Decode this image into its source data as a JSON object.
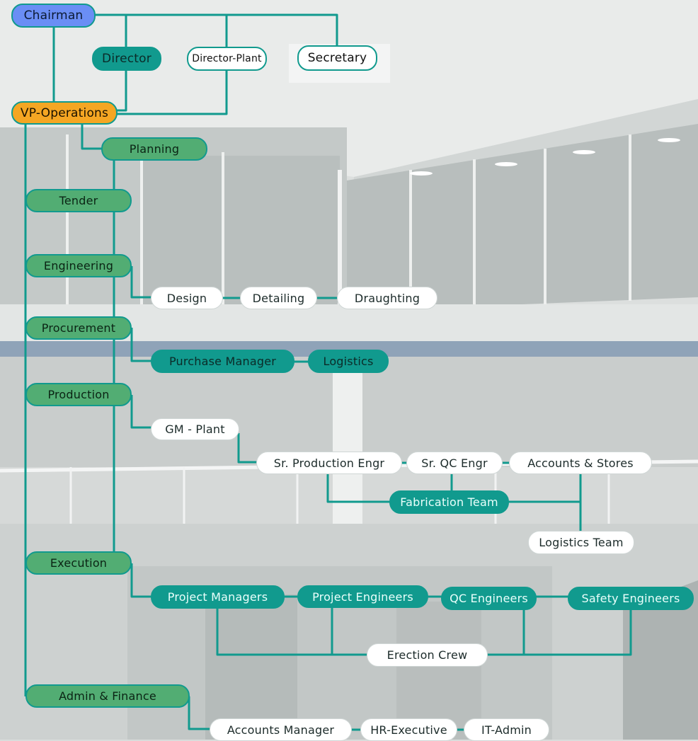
{
  "org": {
    "chairman": "Chairman",
    "director": "Director",
    "director_plant": "Director-Plant",
    "secretary": "Secretary",
    "vp_operations": "VP-Operations",
    "planning": "Planning",
    "tender": "Tender",
    "engineering": "Engineering",
    "design": "Design",
    "detailing": "Detailing",
    "draughting": "Draughting",
    "procurement": "Procurement",
    "purchase_manager": "Purchase Manager",
    "logistics": "Logistics",
    "production": "Production",
    "gm_plant": "GM - Plant",
    "sr_production_engr": "Sr. Production Engr",
    "sr_qc_engr": "Sr. QC Engr",
    "accounts_stores": "Accounts & Stores",
    "fabrication_team": "Fabrication Team",
    "logistics_team": "Logistics Team",
    "execution": "Execution",
    "project_managers": "Project Managers",
    "project_engineers": "Project Engineers",
    "qc_engineers": "QC Engineers",
    "safety_engineers": "Safety Engineers",
    "erection_crew": "Erection Crew",
    "admin_finance": "Admin & Finance",
    "accounts_manager": "Accounts Manager",
    "hr_executive": "HR-Executive",
    "it_admin": "IT-Admin"
  },
  "colors": {
    "connector": "#119a8e",
    "chairman_fill": "#6a8ef5",
    "vp_fill": "#f5a623",
    "department_fill": "#52ad73",
    "team_fill": "#119a8e",
    "role_fill": "#ffffff"
  }
}
